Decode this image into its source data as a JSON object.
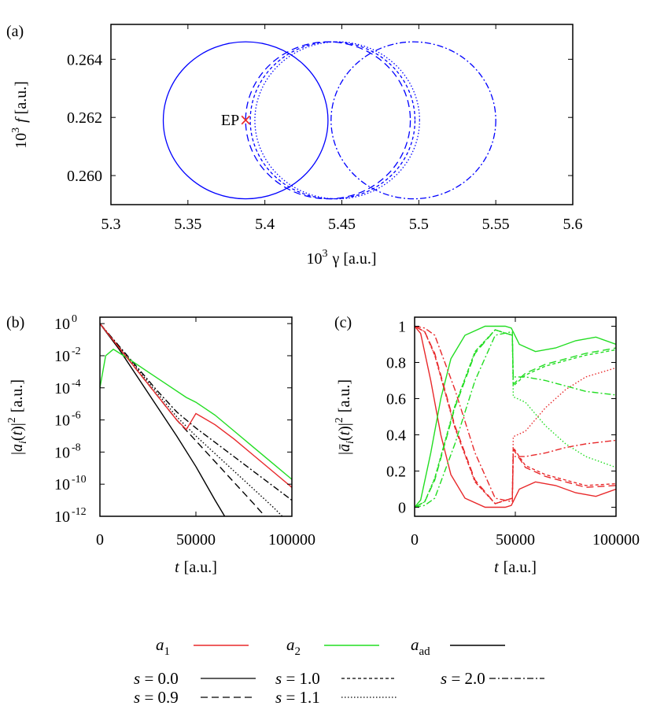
{
  "figure": {
    "panel_labels": [
      "(a)",
      "(b)",
      "(c)"
    ]
  },
  "chart_data": [
    {
      "panel": "(a)",
      "type": "line",
      "xlabel_prefix": "10",
      "xlabel_exp": "3",
      "xlabel_sym": "γ",
      "xlabel_unit": "[a.u.]",
      "ylabel_prefix": "10",
      "ylabel_exp": "3",
      "ylabel_sym": "f",
      "ylabel_unit": "[a.u.]",
      "xlim": [
        5.3,
        5.6
      ],
      "ylim": [
        0.259,
        0.2652
      ],
      "xticks": [
        "5.3",
        "5.35",
        "5.4",
        "5.45",
        "5.5",
        "5.55",
        "5.6"
      ],
      "xtick_values": [
        5.3,
        5.35,
        5.4,
        5.45,
        5.5,
        5.55,
        5.6
      ],
      "yticks": [
        "0.260",
        "0.262",
        "0.264"
      ],
      "ytick_values": [
        0.26,
        0.262,
        0.264
      ],
      "color": "#0000ff",
      "series": [
        {
          "s": 0.0,
          "dash": "solid",
          "center": [
            5.3875,
            0.2619
          ],
          "radius": [
            0.0535,
            0.0027
          ]
        },
        {
          "s": 0.9,
          "dash": "dashed",
          "center": [
            5.441,
            0.2619
          ],
          "radius": [
            0.0535,
            0.0027
          ]
        },
        {
          "s": 1.0,
          "dash": "dense-dash",
          "center": [
            5.444,
            0.2619
          ],
          "radius": [
            0.0535,
            0.0027
          ]
        },
        {
          "s": 1.1,
          "dash": "dotted",
          "center": [
            5.447,
            0.2619
          ],
          "radius": [
            0.0535,
            0.0027
          ]
        },
        {
          "s": 2.0,
          "dash": "dash-dot",
          "center": [
            5.4965,
            0.2619
          ],
          "radius": [
            0.0535,
            0.0027
          ]
        }
      ],
      "annotation": {
        "text": "EP",
        "x": 5.3875,
        "y": 0.26193,
        "marker": "×",
        "color": "#e8282a"
      }
    },
    {
      "panel": "(b)",
      "type": "line",
      "yscale": "log",
      "xlabel_sym": "t",
      "xlabel_unit": "[a.u.]",
      "ylabel": "|a_i(t)|^2 [a.u.]",
      "xlim": [
        0,
        100000
      ],
      "ylim_exp": [
        -12,
        1
      ],
      "xticks": [
        "0",
        "50000",
        "100000"
      ],
      "xtick_values": [
        0,
        50000,
        100000
      ],
      "yticks_base": [
        "10",
        "10",
        "10",
        "10",
        "10",
        "10",
        "10"
      ],
      "yticks_exp": [
        "0",
        "-2",
        "-4",
        "-6",
        "-8",
        "-10",
        "-12"
      ],
      "ytick_values_exp": [
        0,
        -2,
        -4,
        -6,
        -8,
        -10,
        -12
      ],
      "series": [
        {
          "name": "a1",
          "s": 0.0,
          "color": "#e8282a",
          "dash": "solid",
          "x": [
            0,
            10000,
            20000,
            30000,
            40000,
            45000,
            50000,
            60000,
            70000,
            80000,
            90000,
            100000
          ],
          "y_exp": [
            0,
            -1.5,
            -3.0,
            -4.5,
            -6.0,
            -6.6,
            -5.6,
            -6.3,
            -7.2,
            -8.2,
            -9.2,
            -10.2
          ]
        },
        {
          "name": "a2",
          "s": 0.0,
          "color": "#22dd22",
          "dash": "solid",
          "x": [
            0,
            3000,
            7000,
            15000,
            25000,
            35000,
            45000,
            50000,
            60000,
            70000,
            80000,
            90000,
            100000
          ],
          "y_exp": [
            -4.0,
            -2.0,
            -1.6,
            -2.2,
            -3.0,
            -3.8,
            -4.6,
            -4.9,
            -5.7,
            -6.7,
            -7.7,
            -8.7,
            -9.7
          ]
        },
        {
          "name": "a_ad",
          "s": 0.0,
          "color": "#000000",
          "dash": "solid",
          "x": [
            0,
            10000,
            20000,
            30000,
            40000,
            50000,
            60000,
            65000
          ],
          "y_exp": [
            0,
            -1.6,
            -3.4,
            -5.2,
            -7.0,
            -8.9,
            -11.0,
            -12.0
          ]
        },
        {
          "name": "a_ad",
          "s": 0.9,
          "color": "#000000",
          "dash": "dashed",
          "x": [
            0,
            10000,
            20000,
            30000,
            40000,
            50000,
            60000,
            70000,
            80000,
            86000
          ],
          "y_exp": [
            0,
            -1.5,
            -3.0,
            -4.5,
            -6.0,
            -7.3,
            -8.6,
            -9.9,
            -11.2,
            -12.0
          ]
        },
        {
          "name": "a_ad",
          "s": 1.1,
          "color": "#000000",
          "dash": "dotted",
          "x": [
            0,
            10000,
            20000,
            30000,
            40000,
            50000,
            60000,
            70000,
            80000,
            90000,
            95000
          ],
          "y_exp": [
            0,
            -1.45,
            -2.9,
            -4.35,
            -5.8,
            -7.0,
            -8.1,
            -9.2,
            -10.3,
            -11.4,
            -12.0
          ]
        },
        {
          "name": "a_ad",
          "s": 2.0,
          "color": "#000000",
          "dash": "dash-dot",
          "x": [
            0,
            10000,
            20000,
            30000,
            40000,
            50000,
            60000,
            70000,
            80000,
            90000,
            100000
          ],
          "y_exp": [
            0,
            -1.4,
            -2.8,
            -4.2,
            -5.5,
            -6.5,
            -7.4,
            -8.3,
            -9.2,
            -10.1,
            -11.0
          ]
        }
      ]
    },
    {
      "panel": "(c)",
      "type": "line",
      "xlabel_sym": "t",
      "xlabel_unit": "[a.u.]",
      "ylabel": "|ā_i(t)|^2 [a.u.]",
      "xlim": [
        0,
        100000
      ],
      "ylim": [
        -0.05,
        1.05
      ],
      "xticks": [
        "0",
        "50000",
        "100000"
      ],
      "xtick_values": [
        0,
        50000,
        100000
      ],
      "yticks": [
        "0",
        "0.2",
        "0.4",
        "0.6",
        "0.8",
        "1"
      ],
      "ytick_values": [
        0,
        0.2,
        0.4,
        0.6,
        0.8,
        1
      ],
      "series": [
        {
          "name": "a1",
          "s": 0.0,
          "color": "#e8282a",
          "dash": "solid",
          "x": [
            0,
            3000,
            8000,
            13000,
            18000,
            25000,
            35000,
            45000,
            48000,
            52000,
            60000,
            70000,
            80000,
            90000,
            100000
          ],
          "y": [
            1.0,
            0.96,
            0.7,
            0.4,
            0.18,
            0.05,
            0.0,
            0.0,
            0.01,
            0.1,
            0.14,
            0.12,
            0.08,
            0.06,
            0.1
          ]
        },
        {
          "name": "a2",
          "s": 0.0,
          "color": "#22dd22",
          "dash": "solid",
          "x": [
            0,
            3000,
            8000,
            13000,
            18000,
            25000,
            35000,
            45000,
            48000,
            52000,
            60000,
            70000,
            80000,
            90000,
            100000
          ],
          "y": [
            0.0,
            0.04,
            0.3,
            0.6,
            0.82,
            0.95,
            1.0,
            1.0,
            0.99,
            0.9,
            0.86,
            0.88,
            0.92,
            0.94,
            0.9
          ]
        },
        {
          "name": "a1",
          "s": 0.9,
          "color": "#e8282a",
          "dash": "dashed",
          "x": [
            0,
            5000,
            10000,
            20000,
            30000,
            40000,
            48500,
            49000,
            55000,
            65000,
            75000,
            85000,
            100000
          ],
          "y": [
            1.0,
            0.97,
            0.85,
            0.45,
            0.15,
            0.02,
            0.05,
            0.32,
            0.22,
            0.17,
            0.14,
            0.11,
            0.12
          ]
        },
        {
          "name": "a2",
          "s": 0.9,
          "color": "#22dd22",
          "dash": "dashed",
          "x": [
            0,
            5000,
            10000,
            20000,
            30000,
            40000,
            48500,
            49000,
            55000,
            65000,
            75000,
            85000,
            100000
          ],
          "y": [
            0.0,
            0.03,
            0.15,
            0.55,
            0.85,
            0.98,
            0.95,
            0.68,
            0.74,
            0.79,
            0.82,
            0.85,
            0.88
          ]
        },
        {
          "name": "a1",
          "s": 1.0,
          "color": "#e8282a",
          "dash": "dense-dash",
          "x": [
            0,
            5000,
            10000,
            20000,
            30000,
            40000,
            48500,
            49000,
            55000,
            65000,
            75000,
            85000,
            100000
          ],
          "y": [
            1.0,
            0.97,
            0.84,
            0.44,
            0.14,
            0.02,
            0.05,
            0.33,
            0.23,
            0.18,
            0.15,
            0.12,
            0.13
          ]
        },
        {
          "name": "a2",
          "s": 1.0,
          "color": "#22dd22",
          "dash": "dense-dash",
          "x": [
            0,
            5000,
            10000,
            20000,
            30000,
            40000,
            48500,
            49000,
            55000,
            65000,
            75000,
            85000,
            100000
          ],
          "y": [
            0.0,
            0.03,
            0.16,
            0.56,
            0.86,
            0.98,
            0.95,
            0.67,
            0.73,
            0.78,
            0.81,
            0.84,
            0.87
          ]
        },
        {
          "name": "a1",
          "s": 1.1,
          "color": "#e8282a",
          "dash": "dotted",
          "x": [
            0,
            5000,
            10000,
            20000,
            30000,
            40000,
            48500,
            49000,
            55000,
            65000,
            75000,
            85000,
            100000
          ],
          "y": [
            1.0,
            0.97,
            0.84,
            0.44,
            0.14,
            0.02,
            0.05,
            0.39,
            0.42,
            0.55,
            0.65,
            0.72,
            0.77
          ]
        },
        {
          "name": "a2",
          "s": 1.1,
          "color": "#22dd22",
          "dash": "dotted",
          "x": [
            0,
            5000,
            10000,
            20000,
            30000,
            40000,
            48500,
            49000,
            55000,
            65000,
            75000,
            85000,
            100000
          ],
          "y": [
            0.0,
            0.03,
            0.16,
            0.56,
            0.86,
            0.98,
            0.95,
            0.61,
            0.58,
            0.45,
            0.35,
            0.28,
            0.22
          ]
        },
        {
          "name": "a1",
          "s": 2.0,
          "color": "#e8282a",
          "dash": "dash-dot",
          "x": [
            0,
            5000,
            10000,
            20000,
            30000,
            40000,
            48500,
            49000,
            55000,
            65000,
            75000,
            85000,
            100000
          ],
          "y": [
            1.0,
            0.99,
            0.95,
            0.65,
            0.3,
            0.05,
            0.03,
            0.28,
            0.28,
            0.3,
            0.33,
            0.35,
            0.37
          ]
        },
        {
          "name": "a2",
          "s": 2.0,
          "color": "#22dd22",
          "dash": "dash-dot",
          "x": [
            0,
            5000,
            10000,
            20000,
            30000,
            40000,
            48500,
            49000,
            55000,
            65000,
            75000,
            85000,
            100000
          ],
          "y": [
            0.0,
            0.01,
            0.05,
            0.35,
            0.7,
            0.95,
            0.97,
            0.72,
            0.72,
            0.7,
            0.67,
            0.64,
            0.62
          ]
        }
      ]
    }
  ],
  "legend": {
    "colors": [
      {
        "sym": "a",
        "sub": "1",
        "color": "#e8282a"
      },
      {
        "sym": "a",
        "sub": "2",
        "color": "#22dd22"
      },
      {
        "sym": "a",
        "sub": "ad",
        "color": "#000000"
      }
    ],
    "styles": [
      {
        "text": "s = 0.0",
        "dash": "solid"
      },
      {
        "text": "s = 1.0",
        "dash": "dense-dash"
      },
      {
        "text": "s = 2.0",
        "dash": "dash-dot"
      },
      {
        "text": "s = 0.9",
        "dash": "dashed"
      },
      {
        "text": "s = 1.1",
        "dash": "dotted"
      }
    ]
  }
}
